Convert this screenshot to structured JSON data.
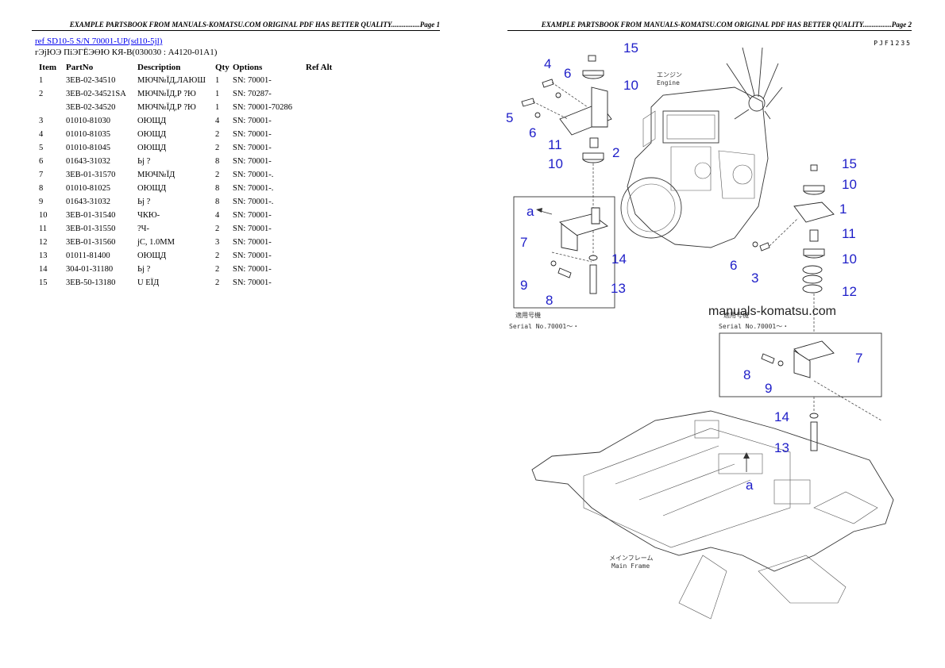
{
  "banner_page1": "EXAMPLE PARTSBOOK FROM MANUALS-KOMATSU.COM ORIGINAL PDF HAS BETTER QUALITY................Page 1",
  "banner_page2": "EXAMPLE PARTSBOOK FROM MANUALS-KOMATSU.COM ORIGINAL PDF HAS BETTER QUALITY................Page 2",
  "ref_link": "ref SD10-5 S/N 70001-UP(sd10-5jl)",
  "section_title": "гЭјЮЭ ПіЭГЁЭӨЮ КЯ-В(030030 : A4120-01A1)",
  "table": {
    "headers": {
      "item": "Item",
      "partno": "PartNo",
      "description": "Description",
      "qty": "Qty",
      "options": "Options",
      "refalt": "Ref Alt"
    },
    "rows": [
      {
        "item": "1",
        "partno": "3EB-02-34510",
        "description": "МЮЧ№ЇД,ЛАЮШ",
        "qty": "1",
        "options": "SN: 70001-"
      },
      {
        "item": "2",
        "partno": "3EB-02-34521SA",
        "description": "МЮЧ№ЇД,Р ?Ю",
        "qty": "1",
        "options": "SN: 70287-"
      },
      {
        "item": "",
        "partno": "3EB-02-34520",
        "description": "МЮЧ№ЇД,Р ?Ю",
        "qty": "1",
        "options": "SN: 70001-70286"
      },
      {
        "item": "3",
        "partno": "01010-81030",
        "description": "ОЮЩД",
        "qty": "4",
        "options": "SN: 70001-"
      },
      {
        "item": "4",
        "partno": "01010-81035",
        "description": "ОЮЩД",
        "qty": "2",
        "options": "SN: 70001-"
      },
      {
        "item": "5",
        "partno": "01010-81045",
        "description": "ОЮЩД",
        "qty": "2",
        "options": "SN: 70001-"
      },
      {
        "item": "6",
        "partno": "01643-31032",
        "description": "Ьј ?",
        "qty": "8",
        "options": "SN: 70001-"
      },
      {
        "item": "7",
        "partno": "3EB-01-31570",
        "description": "МЮЧ№ЇД",
        "qty": "2",
        "options": "SN: 70001-."
      },
      {
        "item": "8",
        "partno": "01010-81025",
        "description": "ОЮЩД",
        "qty": "8",
        "options": "SN: 70001-."
      },
      {
        "item": "9",
        "partno": "01643-31032",
        "description": "Ьј ?",
        "qty": "8",
        "options": "SN: 70001-."
      },
      {
        "item": "10",
        "partno": "3EB-01-31540",
        "description": "ЧКЮ-",
        "qty": "4",
        "options": "SN: 70001-"
      },
      {
        "item": "11",
        "partno": "3EB-01-31550",
        "description": "?Ч-",
        "qty": "2",
        "options": "SN: 70001-"
      },
      {
        "item": "12",
        "partno": "3EB-01-31560",
        "description": "јС, 1.0MM",
        "qty": "3",
        "options": "SN: 70001-"
      },
      {
        "item": "13",
        "partno": "01011-81400",
        "description": "ОЮЩД",
        "qty": "2",
        "options": "SN: 70001-"
      },
      {
        "item": "14",
        "partno": "304-01-31180",
        "description": "Ьј ?",
        "qty": "2",
        "options": "SN: 70001-"
      },
      {
        "item": "15",
        "partno": "3EB-50-13180",
        "description": "U ЕЇД",
        "qty": "2",
        "options": "SN: 70001-"
      }
    ]
  },
  "diagram": {
    "code": "PJF1235",
    "watermark": "manuals-komatsu.com",
    "engine_jp": "エンジン",
    "engine_en": "Engine",
    "frame_jp": "メインフレーム",
    "frame_en": "Main Frame",
    "applicable_jp": "適用号機",
    "serial_label": "Serial No.70001〜・",
    "callout_a": "a",
    "callouts": {
      "n1": "1",
      "n2": "2",
      "n3": "3",
      "n4": "4",
      "n5": "5",
      "n6": "6",
      "n7": "7",
      "n8": "8",
      "n9": "9",
      "n10": "10",
      "n11": "11",
      "n12": "12",
      "n13": "13",
      "n14": "14",
      "n15": "15"
    }
  }
}
